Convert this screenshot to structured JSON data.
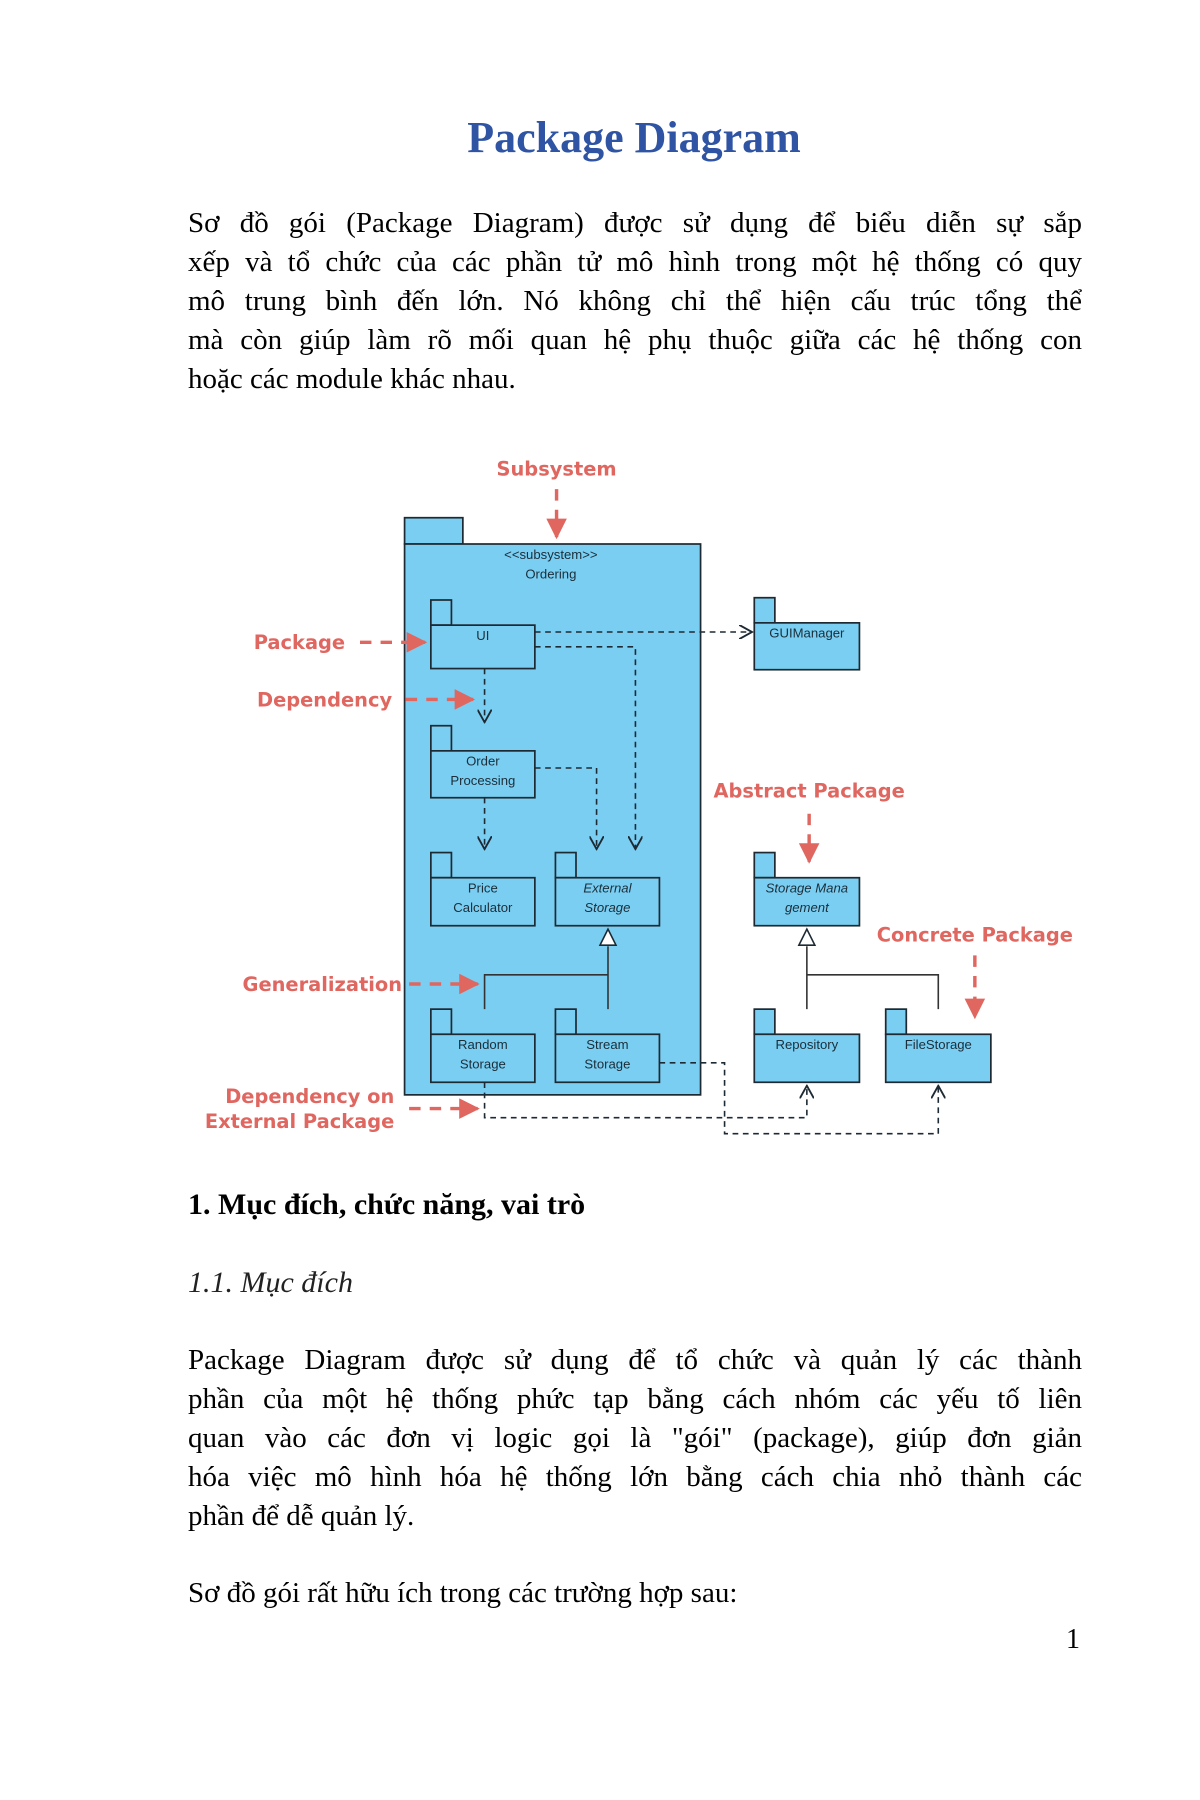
{
  "title": "Package Diagram",
  "intro_lines": [
    "Sơ đồ gói (Package Diagram) được sử dụng để biểu diễn sự sắp",
    "xếp và tổ chức của các phần tử mô hình trong một hệ thống có quy",
    "mô trung bình đến lớn. Nó không chỉ thể hiện cấu trúc tổng thể",
    "mà còn giúp làm rõ mối quan hệ phụ thuộc giữa các hệ thống con",
    "hoặc các module khác nhau."
  ],
  "diagram": {
    "colors": {
      "package_fill": "#7ACEF2",
      "package_stroke": "#1E2A33",
      "annotation": "#E06660"
    },
    "subsystem": {
      "stereotype": "<<subsystem>>",
      "name": "Ordering"
    },
    "packages": [
      {
        "lines": [
          "UI"
        ],
        "italic": false
      },
      {
        "lines": [
          "GUIManager"
        ],
        "italic": false
      },
      {
        "lines": [
          "Order",
          "Processing"
        ],
        "italic": false
      },
      {
        "lines": [
          "Price",
          "Calculator"
        ],
        "italic": false
      },
      {
        "lines": [
          "External",
          "Storage"
        ],
        "italic": true
      },
      {
        "lines": [
          "Storage Mana",
          "gement"
        ],
        "italic": true
      },
      {
        "lines": [
          "Random",
          "Storage"
        ],
        "italic": false
      },
      {
        "lines": [
          "Stream",
          "Storage"
        ],
        "italic": false
      },
      {
        "lines": [
          "Repository"
        ],
        "italic": false
      },
      {
        "lines": [
          "FileStorage"
        ],
        "italic": false
      }
    ],
    "annotations": {
      "subsystem": "Subsystem",
      "package": "Package",
      "dependency": "Dependency",
      "abstract_package": "Abstract Package",
      "concrete_package": "Concrete Package",
      "generalization": "Generalization",
      "dependency_external_1": "Dependency on",
      "dependency_external_2": "External Package"
    }
  },
  "section_heading": "1. Mục đích, chức năng, vai trò",
  "subsection_heading": "1.1. Mục đích",
  "purpose_lines": [
    "Package Diagram được sử dụng để tổ chức và quản lý các thành",
    "phần của một hệ thống phức tạp bằng cách nhóm các yếu tố liên",
    "quan vào các đơn vị logic gọi là \"gói\" (package), giúp đơn giản",
    "hóa việc mô hình hóa hệ thống lớn bằng cách chia nhỏ thành các",
    "phần để dễ quản lý."
  ],
  "usage_intro": "Sơ đồ gói rất hữu ích trong các trường hợp sau:",
  "page_number": "1"
}
